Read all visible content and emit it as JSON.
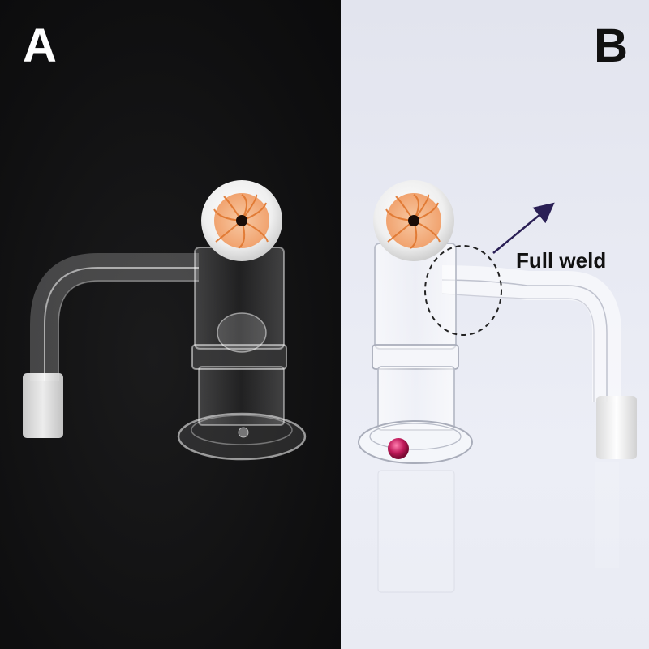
{
  "panels": {
    "a": {
      "label": "A"
    },
    "b": {
      "label": "B"
    }
  },
  "annotation": {
    "text": "Full weld"
  },
  "colors": {
    "panel_a_background": "#111112",
    "panel_b_background": "#e6e8f1",
    "marble_swirl": "#e0762e",
    "ruby_pearl": "#c01a5a",
    "arrow": "#2a1f55"
  }
}
